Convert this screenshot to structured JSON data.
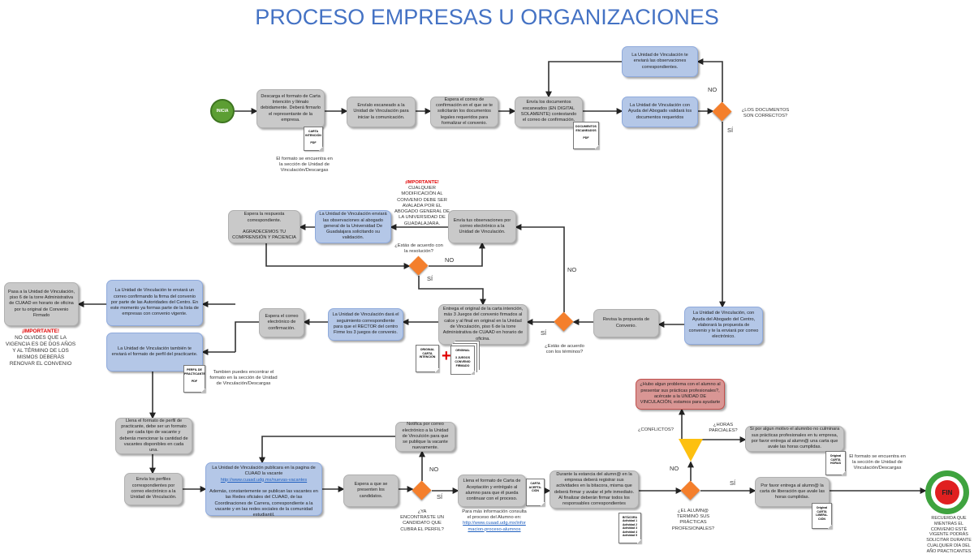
{
  "title": "PROCESO EMPRESAS U ORGANIZACIONES",
  "start": "INICIA",
  "end": "FIN",
  "steps": {
    "descarga": "Descarga el formato de Carta Intención y llénalo debidamente. Deberá firmarlo el representante de la empresa.",
    "envialo": "Envíalo escaneado a la Unidad de Vinculación para iniciar la comunicación.",
    "espera_correo": "Espera el correo de confirmación en el que se te solicitarán los documentos legales requeridos para formalizar el convenio.",
    "envia_docs": "Envía los documentos escaneados (EN DIGITAL SOLAMENTE) contestando el correo de confirmación.",
    "observaciones": "La Unidad de Vinculación te enviará las observaciones correspondientes.",
    "valida": "La Unidad de Vinculación con Ayuda del Abogado validará los documentos requeridos",
    "propuesta": "La Unidad de Vinculación, con Ayuda del Abogado del Centro, elaborará la propuesta de convenio y te la enviará por correo electrónico.",
    "revisa": "Revisa la propuesta de Convenio.",
    "envia_obs": "Envía tus observaciones por correo electrónico a la Unidad de Vinculación.",
    "uv_abogado": "La Unidad de Vinculación enviará las observaciones al abogado general de la Universidad De Guadalajara solicitando su validación.",
    "espera_respuesta": "Espera la respuesta correspondiente.\n\nAGRADECEMOS TU COMPRENSIÓN Y PACIENCIA",
    "entrega_original": "Entrega el original de la carta intención, más 3 Juegos del convenio firmados al calce y al final en original en la Unidad de Vinculación, piso 6 de la torre Administrativa de CUAAD en horario de oficina.",
    "seguimiento": "La Unidad de Vinculación dará el seguimiento correspondiente para que el RECTOR del centro Firme los 3 juegos de convenio.",
    "espera_confirmacion": "Espera el correo electrónico de confirmación.",
    "correo_firma": "La Unidad de Vinculación te enviará un correo confirmando la firma del convenio por parte de las Autoridades del Centro. En este momento ya formas parte de la lista de empresas con convenio vigente.",
    "formato_perfil": "La Unidad de Vinculación también te enviará el formato de perfil del practicante.",
    "pasa_uv": "Pasa a la Unidad de Vinculación, piso 6 de la torre Administrativa de CUAAD en horario de oficina por tu original de Convenio Firmado",
    "llena_perfil": "Llena el formato de perfil de practicante, debe ser un formato por cada tipo de vacante y deberás mencionar la cantidad de vacantes disponibles en cada una.",
    "envia_perfiles": "Envía los perfiles correspondientes por correo electrónico a la Unidad de Vinculación.",
    "publica_a": "La Unidad de Vinculación publicara en la pagina de CUAAD la vacante",
    "publica_link": "http://www.cuaad.udg.mx/nuevas-vacantes",
    "publica_b": "Además, constantemente se publican las vacantes en las Redes oficiales del CUAAD, de las Coordinaciones de Carrera, correspondiente a la vacante y en las redes sociales de la comunidad estudiantil.",
    "espera_candidatos": "Espera a que se presenten los candidatos.",
    "notifica": "Notifica por correo electrónico a la Unidad de Vinculción para que se publique la vacante nuevamente.",
    "carta_aceptacion": "Llena el formato de Carta de Aceptación y entrégalo al alumno para que él pueda continuar con el proceso.",
    "estancia": "Durante la estancia del alumn@ en la empresa deberá registrar sus actividades en la bitacora, misma que deberá firmar y avalar el jefe inmediato. Al finalizar deberán firmar todos los responsables correspondientes",
    "problema": "¿Hubo algun problema con el alumno al presentar sus prácticas profesionales?, acércate a la UNIDAD DE VINCULACIÓN, estamos para ayudarte",
    "parciales": "Si por algun motivo el alumnbo no culminara sus prácticas profesionales en tu empresa, por favor entrega al alumn@ una carta que avale las horas cumplidas.",
    "liberacion": "Por favor entrega al alumn@ la carta de liberación que avale las horas cumplidas."
  },
  "decisions": {
    "docs_correctos": "¿LOS DOCUMENTOS SON CORRECTOS?",
    "acuerdo_terminos": "¿Estás de acuerdo con los términos?",
    "acuerdo_resolucion": "¿Estás de acuerdo con la resolución?",
    "candidato": "¿YA ENCONTRASTE UN CANDIDATO QUE CUBRA EL PERFIL?",
    "termino": "¿EL ALUMN@ TERMINÓ SUS PRÁCTICAS PROFESIONALES?",
    "conflictos": "¿CONFLICTOS?",
    "horas_parciales": "¿HORAS PARCIALES?",
    "yes": "SÍ",
    "no": "NO"
  },
  "docs": {
    "carta_intencion": "CARTA\nINTENCIÓN\n\nPDF",
    "docs_escaneados": "DOCUMENTOS\nESCANEADOS\n\nPDF",
    "original_carta": "ORIGINAL\nCARTA\nINTENCIÓN",
    "original_juegos": "ORIGINAL\n\n3 JUEGOS\nCONVENIO\nFIRMADO",
    "perfil": "PERFIL DE\nPRACTICANTE\n\nPDF",
    "carta_aceptacion": "CARTA\nACEPTA-\nCIÓN",
    "bitacora": "BITÁCORA\nActividad 1\nActividad 2\nActividad 3\nActividad 4\nActividad 5",
    "carta_horas": "Original\nCARTA\nHORAS",
    "carta_liberacion": "Original\nCARTA\nLIBERA-\nCIÓN"
  },
  "notes": {
    "formato_descargas": "El formato se encuentra en la sección de Unidad de Vinculación/Descargas",
    "perfil_descargas": "Tambien puedes encontrar el formato en la sección de Unidad de Vinculación/Descargas",
    "formato_descargas_2": "El formato se encuentra en la sección de Unidad de Vinculación/Descargas",
    "important_label": "¡IMPORTANTE!",
    "important_convenio": "CUALQUIER MODIFICACIÓN AL CONVENIO DEBE SER AVALADA POR EL ABOGADO GENERAL DE LA UNIVERSIDAD DE GUADALAJARA.",
    "important_vigencia": "NO OLVIDES QUE LA VIGENCIA ES DE DOS AÑOS Y AL TÉRMINO DE LOS MISMOS DEBERÁS RENOVAR EL CONVENIO",
    "mas_info": "Para más información consulta el proceso del Alumno en:",
    "mas_info_link": "http://www.cuaad.udg.mx/informacion-proceso-alumnos",
    "recuerda": "RECUERDA QUE MIENTRAS EL CONVENIO ESTÉ VIGENTE PODRÁS SOLICITAR DURANTE CUALQUIER DÍA DEL AÑO PRACTICANTES"
  },
  "colors": {
    "title": "#4472C4",
    "process": "#c9c9c9",
    "uv": "#b4c7e7",
    "decision": "#f47f2c",
    "alert": "#d99694",
    "start": "#5c9e33"
  }
}
